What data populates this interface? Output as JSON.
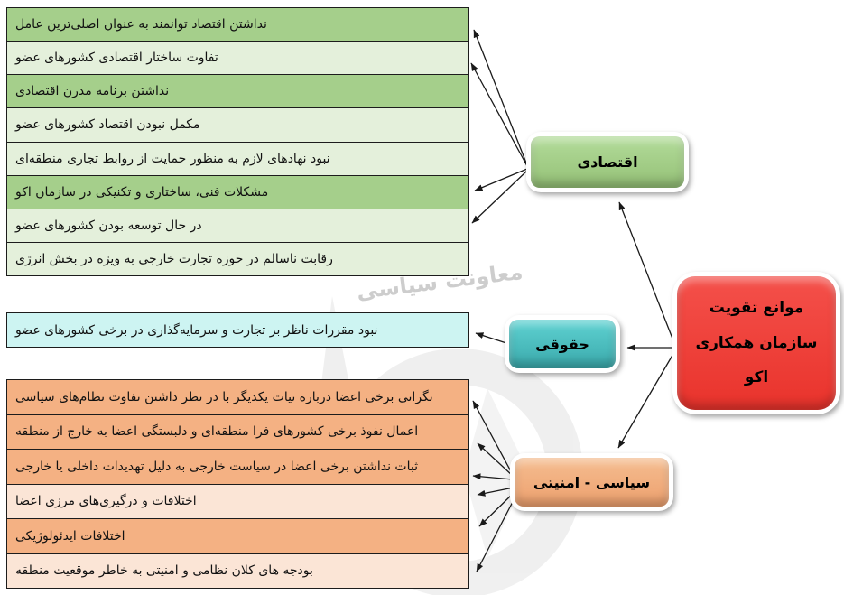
{
  "root": {
    "label": "موانع تقویت سازمان همکاری اکو",
    "lines": [
      "موانع تقویت",
      "سازمان همکاری",
      "اکو"
    ]
  },
  "categories": {
    "economic": {
      "label": "اقتصادی",
      "items": [
        {
          "label": "نداشتن اقتصاد توانمند به عنوان اصلی‌ترین عامل"
        },
        {
          "label": "تفاوت ساختار اقتصادی کشورهای عضو"
        },
        {
          "label": "نداشتن برنامه مدرن اقتصادی"
        },
        {
          "label": "مکمل نبودن اقتصاد کشورهای عضو"
        },
        {
          "label": "نبود نهادهای لازم به منظور حمایت از روابط تجاری منطقه‌ای"
        },
        {
          "label": "مشکلات فنی، ساختاری و تکنیکی در سازمان اکو"
        },
        {
          "label": "در حال توسعه بودن کشورهای عضو"
        },
        {
          "label": "رقابت ناسالم در حوزه تجارت خارجی به ویژه در بخش انرژی"
        }
      ]
    },
    "legal": {
      "label": "حقوقی",
      "items": [
        {
          "label": "نبود مقررات ناظر بر تجارت و سرمایه‌گذاری در برخی کشورهای عضو"
        }
      ]
    },
    "political": {
      "label": "سیاسی - امنیتی",
      "items": [
        {
          "label": "نگرانی برخی اعضا درباره نیات یکدیگر با در نظر داشتن تفاوت نظام‌های سیاسی"
        },
        {
          "label": "اعمال نفوذ برخی کشورهای فرا منطقه‌ای و دلبستگی اعضا به خارج از منطقه"
        },
        {
          "label": "ثبات نداشتن برخی اعضا در سیاست خارجی به دلیل تهدیدات داخلی یا خارجی"
        },
        {
          "label": "اختلافات و درگیری‌های مرزی اعضا"
        },
        {
          "label": "اختلافات ایدئولوژیکی"
        },
        {
          "label": "بودجه های کلان نظامی و امنیتی به خاطر موقعیت منطقه"
        }
      ]
    }
  },
  "watermark": {
    "text": "معاونت سیاسی"
  },
  "colors": {
    "economic_row_dark": "#a5cf8b",
    "economic_row_light": "#e4f0db",
    "legal_row_light": "#cdf4f2",
    "political_row_dark": "#f4b183",
    "political_row_light": "#fbe5d6",
    "economic_box": "#9cc77e",
    "legal_box": "#4cc6c8",
    "political_box": "#f0ad7c",
    "root_box": "#ef4039",
    "arrow": "#1a1a1a"
  }
}
